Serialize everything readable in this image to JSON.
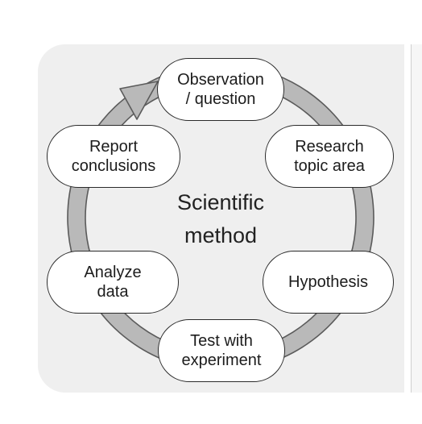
{
  "center": {
    "line1": "Scientific",
    "line2": "method"
  },
  "steps": [
    {
      "id": "observation",
      "label": "Observation\n/ question"
    },
    {
      "id": "research",
      "label": "Research\ntopic area"
    },
    {
      "id": "hypothesis",
      "label": "Hypothesis"
    },
    {
      "id": "test",
      "label": "Test with\nexperiment"
    },
    {
      "id": "analyze",
      "label": "Analyze\ndata"
    },
    {
      "id": "report",
      "label": "Report\nconclusions"
    }
  ],
  "colors": {
    "arrow": "#b9b9b9",
    "arrow_outline": "#5b5b5b",
    "panel": "#efefef"
  }
}
